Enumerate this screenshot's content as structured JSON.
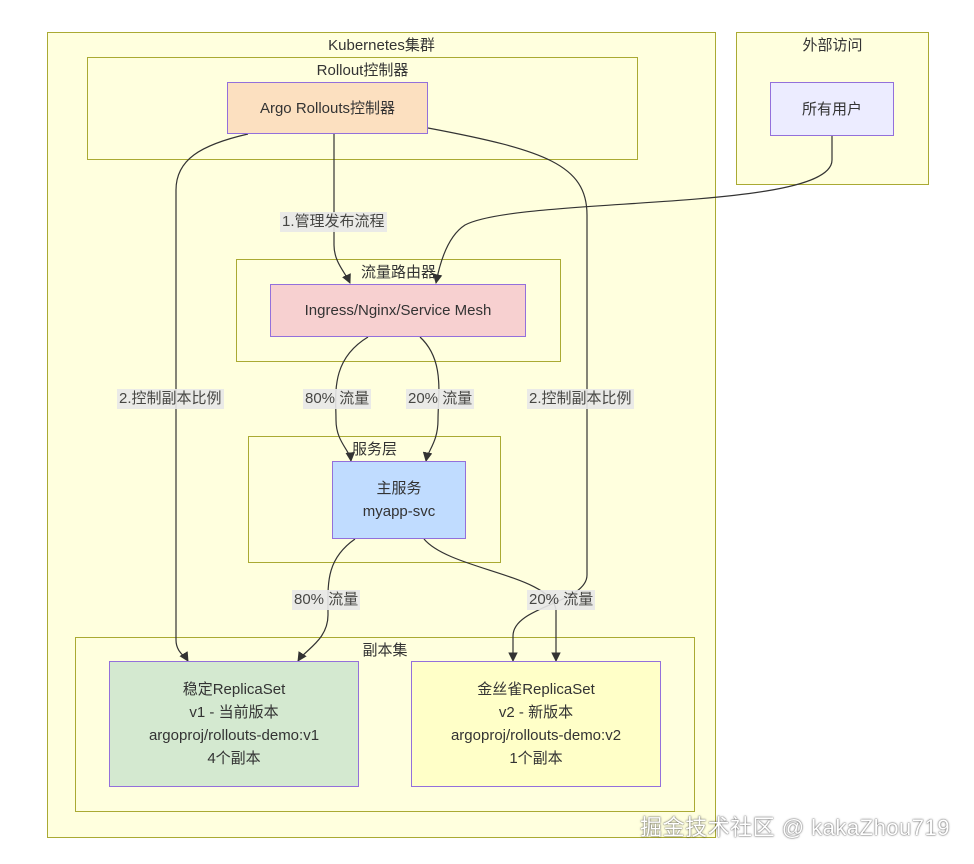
{
  "clusters": {
    "k8s": "Kubernetes集群",
    "external": "外部访问",
    "rollout": "Rollout控制器",
    "router": "流量路由器",
    "service_layer": "服务层",
    "replicasets": "副本集"
  },
  "nodes": {
    "controller": "Argo Rollouts控制器",
    "users": "所有用户",
    "ingress": "Ingress/Nginx/Service Mesh",
    "service": {
      "line1": "主服务",
      "line2": "myapp-svc"
    },
    "stable": {
      "line1": "稳定ReplicaSet",
      "line2": "v1 - 当前版本",
      "line3": "argoproj/rollouts-demo:v1",
      "line4": "4个副本"
    },
    "canary": {
      "line1": "金丝雀ReplicaSet",
      "line2": "v2 - 新版本",
      "line3": "argoproj/rollouts-demo:v2",
      "line4": "1个副本"
    }
  },
  "edges": {
    "manage": "1.管理发布流程",
    "control_left": "2.控制副本比例",
    "control_right": "2.控制副本比例",
    "router_80": "80% 流量",
    "router_20": "20% 流量",
    "svc_80": "80% 流量",
    "svc_20": "20% 流量"
  },
  "colors": {
    "cluster_fill": "#ffffde",
    "cluster_border": "#aaaa33",
    "controller_fill": "#fce0c0",
    "users_fill": "#ececff",
    "ingress_fill": "#f7d0d0",
    "service_fill": "#c0dcff",
    "stable_fill": "#d4e9d0",
    "canary_fill": "#ffffc8",
    "edge": "#333333"
  },
  "watermark": "掘金技术社区 @ kakaZhou719"
}
